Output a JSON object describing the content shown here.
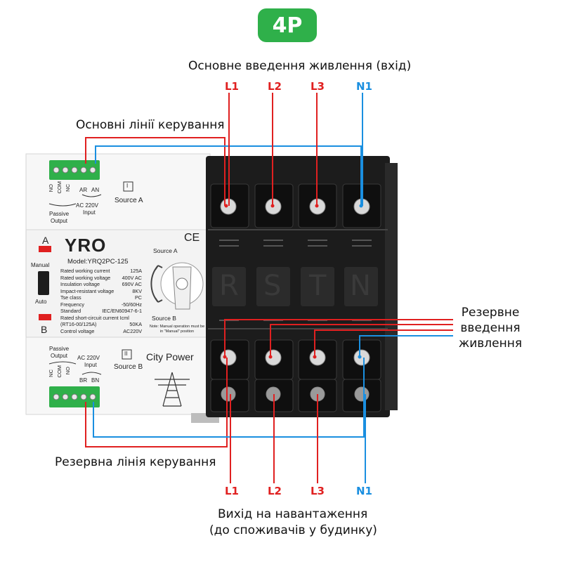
{
  "badge": "4P",
  "captions": {
    "main_input": "Основне введення живлення (вхід)",
    "main_control": "Основні лінії керування",
    "backup_input": "Резервне\nвведення\nживлення",
    "backup_control": "Резервна лінія керування",
    "output_line1": "Вихід на навантаження",
    "output_line2": "(до споживачів у будинку)"
  },
  "top_terminals": [
    "L1",
    "L2",
    "L3",
    "N1"
  ],
  "bottom_terminals": [
    "L1",
    "L2",
    "L3",
    "N1"
  ],
  "phase_letters": [
    "R",
    "S",
    "T",
    "N"
  ],
  "device": {
    "brand": "YRO",
    "model": "Model:YRQ2PC-125",
    "ce": "CE",
    "top_module": {
      "passive": "Passive",
      "output": "Output",
      "nc": "NC",
      "com": "COM",
      "no": "NO",
      "ar": "AR",
      "an": "AN",
      "ac": "AC 220V",
      "input": "Input",
      "roman": "I",
      "source": "Source A"
    },
    "bottom_module": {
      "passive": "Passive",
      "output": "Output",
      "nc": "NC",
      "com": "COM",
      "no": "NO",
      "br": "BR",
      "bn": "BN",
      "ac": "AC 220V",
      "input": "Input",
      "roman": "II",
      "source": "Source B",
      "city_power": "City Power"
    },
    "indicator_a": "A",
    "indicator_b": "B",
    "manual": "Manual",
    "auto": "Auto",
    "knob_source_a": "Source A",
    "knob_source_b": "Source B",
    "specs": [
      [
        "Rated working current",
        "125A"
      ],
      [
        "Rated working voltage",
        "400V AC"
      ],
      [
        "Insulation voltage",
        "690V AC"
      ],
      [
        "Impact-resistant voltage",
        "8KV"
      ],
      [
        "Tse class",
        "PC"
      ],
      [
        "Frequency",
        "-50/60Hz"
      ],
      [
        "Standard",
        "IEC/EN60947-6-1"
      ],
      [
        "Rated short-circuit current Icml",
        ""
      ],
      [
        "(RT16-00/125A)",
        "50KA"
      ],
      [
        "Control voltage",
        "AC220V"
      ]
    ],
    "note": "Note: Manual operation must be in \"Manual\" position"
  },
  "colors": {
    "red": "#e02020",
    "blue": "#1a8fe0",
    "green": "#2fb04a",
    "black_body": "#1c1c1c",
    "white_body": "#f2f2f2"
  }
}
